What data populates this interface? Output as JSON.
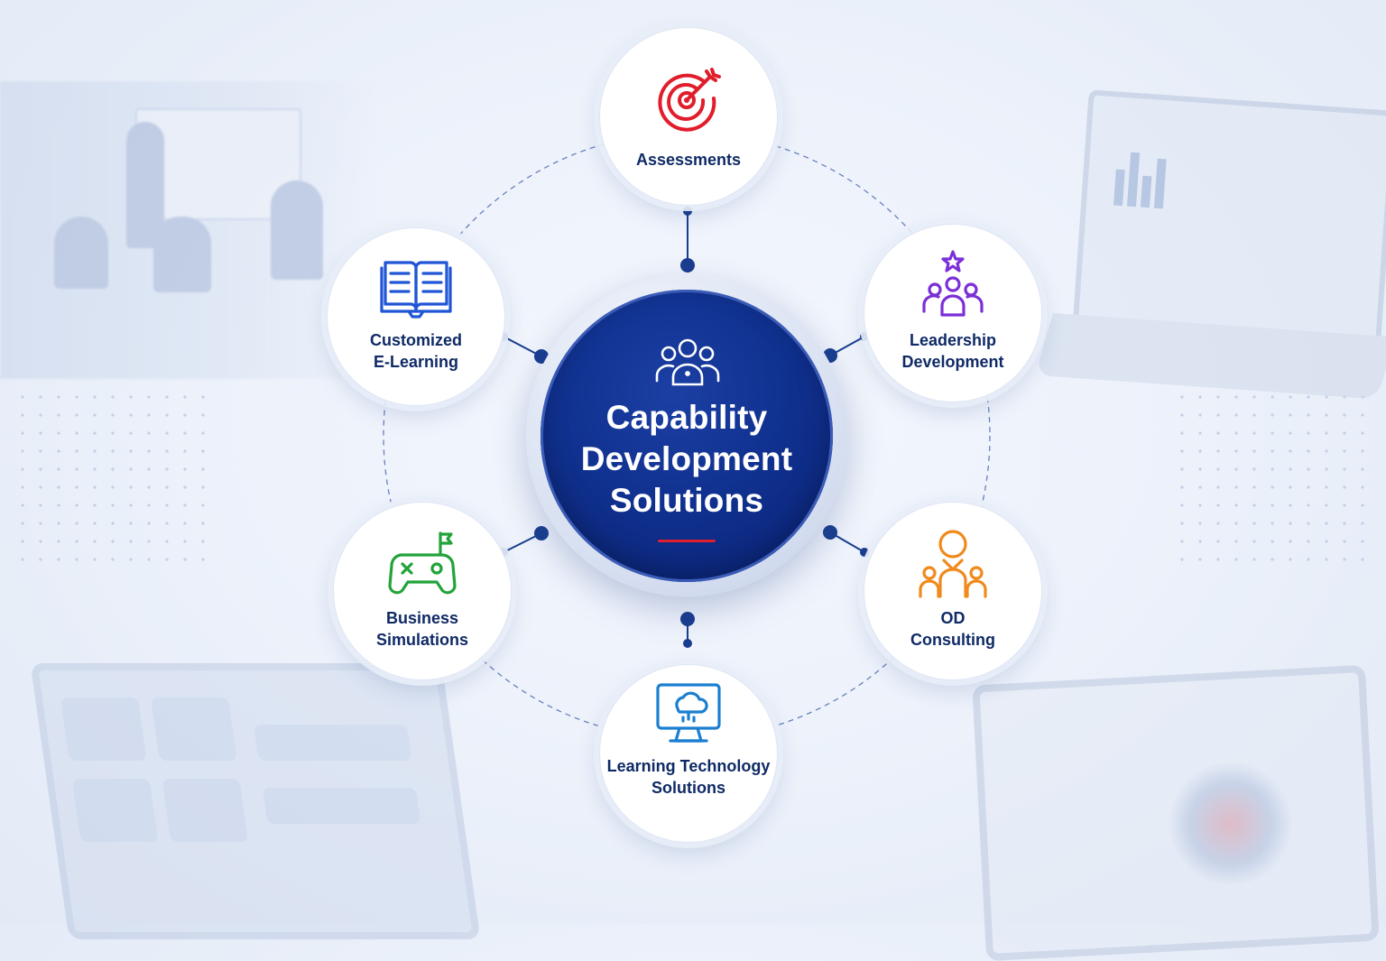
{
  "hub": {
    "title_lines": [
      "Capability",
      "Development",
      "Solutions"
    ],
    "icon": "team-icon"
  },
  "nodes": [
    {
      "id": "assessments",
      "label_lines": [
        "Assessments"
      ],
      "icon": "target-icon",
      "color": "#e11d2b"
    },
    {
      "id": "leadership-development",
      "label_lines": [
        "Leadership",
        "Development"
      ],
      "icon": "leader-team-icon",
      "color": "#7b2fd6"
    },
    {
      "id": "od-consulting",
      "label_lines": [
        "OD",
        "Consulting"
      ],
      "icon": "consulting-people-icon",
      "color": "#f08a1c"
    },
    {
      "id": "learning-technology-solutions",
      "label_lines": [
        "Learning Technology",
        "Solutions"
      ],
      "icon": "monitor-cloud-icon",
      "color": "#1a7fd1"
    },
    {
      "id": "business-simulations",
      "label_lines": [
        "Business",
        "Simulations"
      ],
      "icon": "gamepad-flag-icon",
      "color": "#22a33a"
    },
    {
      "id": "customized-e-learning",
      "label_lines": [
        "Customized",
        "E-Learning"
      ],
      "icon": "open-book-icon",
      "color": "#1f55d6"
    }
  ],
  "colors": {
    "hub": "#10318f",
    "connector": "#1a3d8f",
    "label": "#0f2a66",
    "accent_underline": "#e0202c"
  }
}
